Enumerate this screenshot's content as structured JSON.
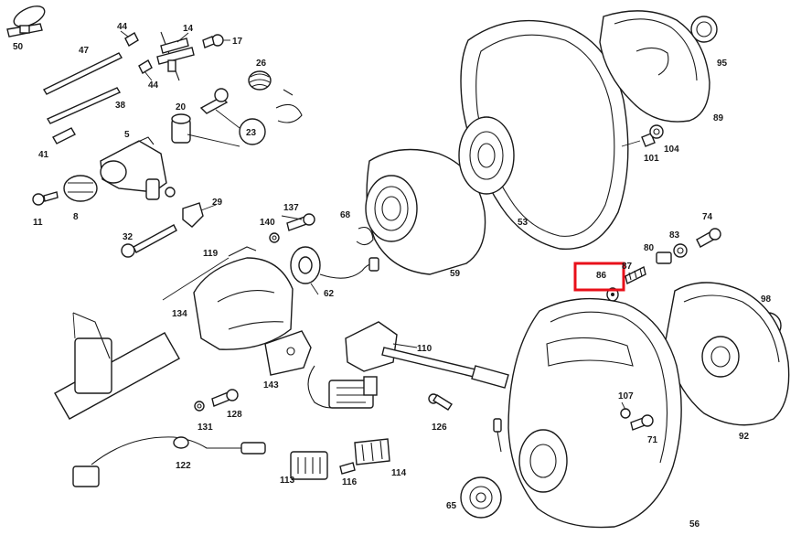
{
  "callouts": {
    "p50": "50",
    "p47": "47",
    "p44a": "44",
    "p44b": "44",
    "p14": "14",
    "p17": "17",
    "p26": "26",
    "p38": "38",
    "p20": "20",
    "p23": "23",
    "p41": "41",
    "p5": "5",
    "p11": "11",
    "p8": "8",
    "p29": "29",
    "p137": "137",
    "p140": "140",
    "p68": "68",
    "p32": "32",
    "p119": "119",
    "p62": "62",
    "p134": "134",
    "p59": "59",
    "p53": "53",
    "p95": "95",
    "p89": "89",
    "p101": "101",
    "p104": "104",
    "p74": "74",
    "p83": "83",
    "p80": "80",
    "p86": "86",
    "p87": "87",
    "p98": "98",
    "p110": "110",
    "p143": "143",
    "p107": "107",
    "p71": "71",
    "p92": "92",
    "p126": "126",
    "p131": "131",
    "p128": "128",
    "p122": "122",
    "p113": "113",
    "p116": "116",
    "p114": "114",
    "p65": "65",
    "p56": "56"
  },
  "highlight": {
    "label": "86",
    "color": "#e8101a"
  }
}
